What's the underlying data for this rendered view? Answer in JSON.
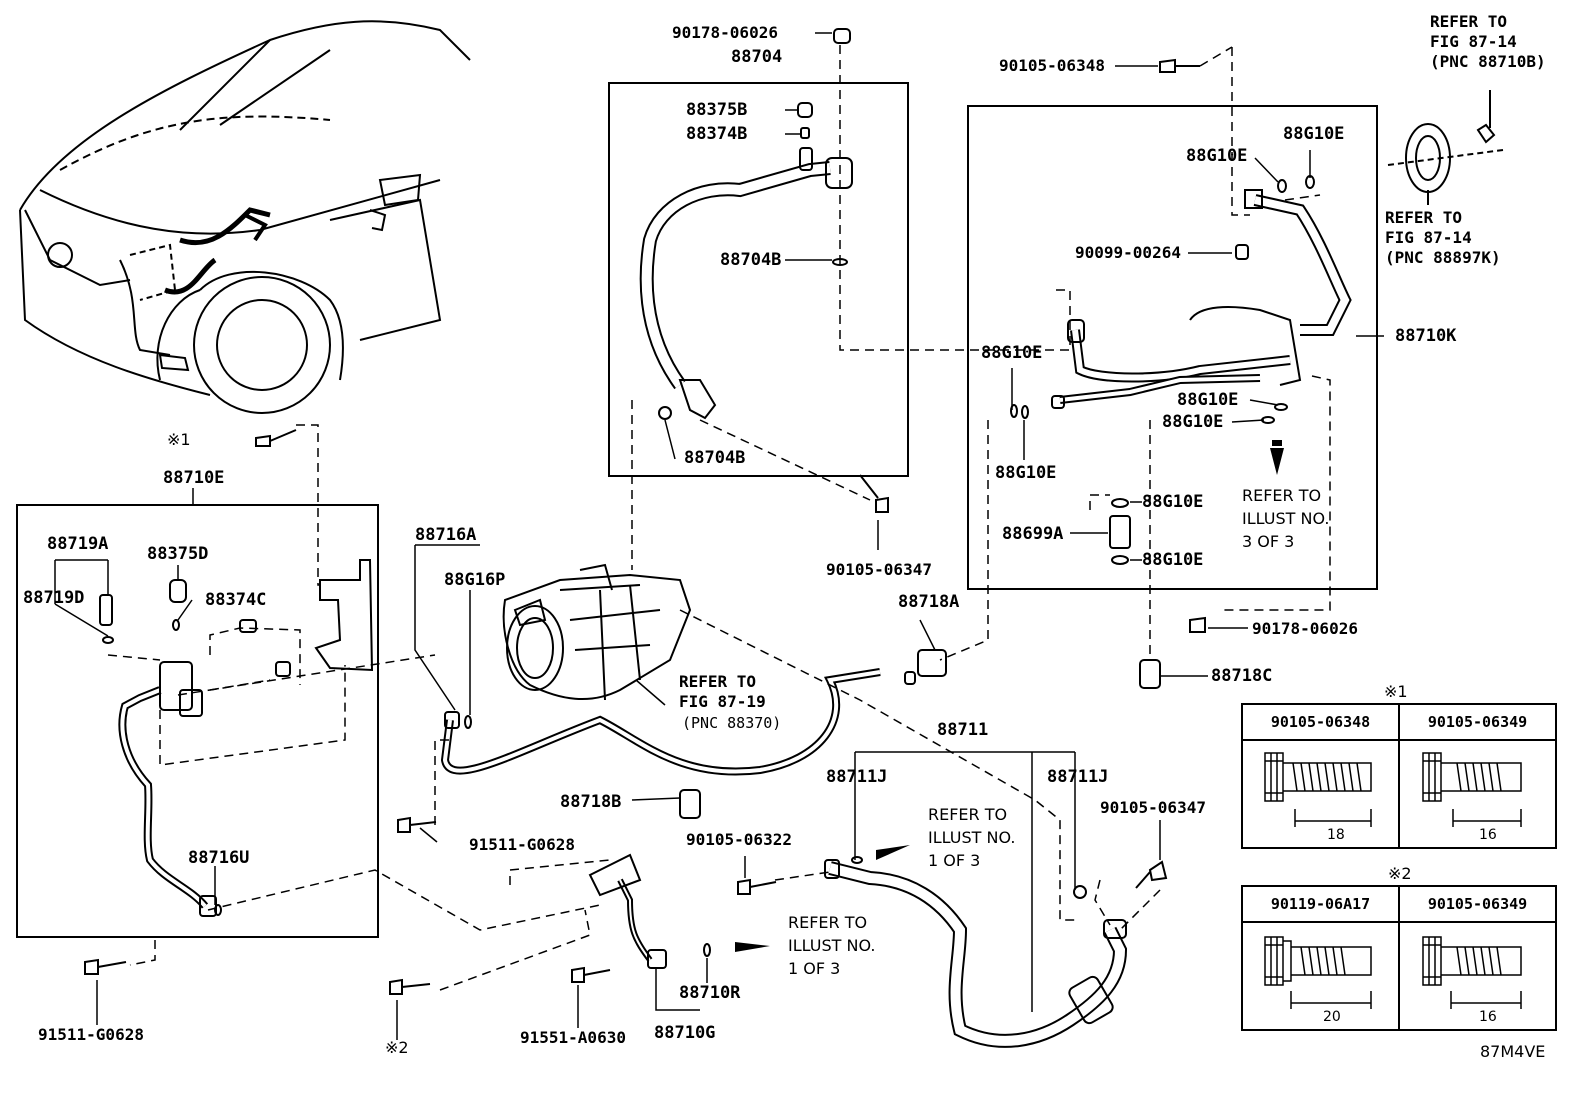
{
  "labels": {
    "p90178_06026_top": "90178-06026",
    "p88704": "88704",
    "p88375B": "88375B",
    "p88374B": "88374B",
    "p88704B_a": "88704B",
    "p88704B_b": "88704B",
    "p90105_06347_a": "90105-06347",
    "p90105_06348_top": "90105-06348",
    "p88G10E_1": "88G10E",
    "p88G10E_2": "88G10E",
    "p90099_00264": "90099-00264",
    "p88710K": "88710K",
    "p88G10E_3": "88G10E",
    "p88G10E_4": "88G10E",
    "p88G10E_5": "88G10E",
    "p88G10E_6": "88G10E",
    "p88G10E_7": "88G10E",
    "p88699A": "88699A",
    "p88G10E_8": "88G10E",
    "p90178_06026_b": "90178-06026",
    "p88718C": "88718C",
    "p88718A": "88718A",
    "p88710E": "88710E",
    "p88719A": "88719A",
    "p88375D": "88375D",
    "p88719D": "88719D",
    "p88374C": "88374C",
    "p88716U": "88716U",
    "p88716A": "88716A",
    "p88G16P": "88G16P",
    "p91511_G0628_a": "91511-G0628",
    "p91511_G0628_b": "91511-G0628",
    "p88718B": "88718B",
    "p90105_06322": "90105-06322",
    "p88711": "88711",
    "p88711J_a": "88711J",
    "p88711J_b": "88711J",
    "p90105_06347_b": "90105-06347",
    "p88710R": "88710R",
    "p88710G": "88710G",
    "p91551_A0630": "91551-A0630",
    "mark1": "※1",
    "mark2": "※2"
  },
  "refs": {
    "top_right_1": "REFER TO\nFIG 87-14\n(PNC 88710B)",
    "top_right_2": "REFER TO\nFIG 87-14\n(PNC 88897K)",
    "compressor": "REFER TO\nFIG 87-19",
    "compressor_pnc": "(PNC 88370)",
    "illust_3": "REFER TO\nILLUST NO.\n3 OF 3",
    "illust_1a": "REFER TO\nILLUST NO.\n1 OF 3",
    "illust_1b": "REFER TO\nILLUST NO.\n1 OF 3"
  },
  "tables": {
    "t1": {
      "mark": "※1",
      "left": "90105-06348",
      "right": "90105-06349",
      "dim_left": "18",
      "dim_right": "16"
    },
    "t2": {
      "mark": "※2",
      "left": "90119-06A17",
      "right": "90105-06349",
      "dim_left": "20",
      "dim_right": "16"
    }
  },
  "code": "87M4VE"
}
